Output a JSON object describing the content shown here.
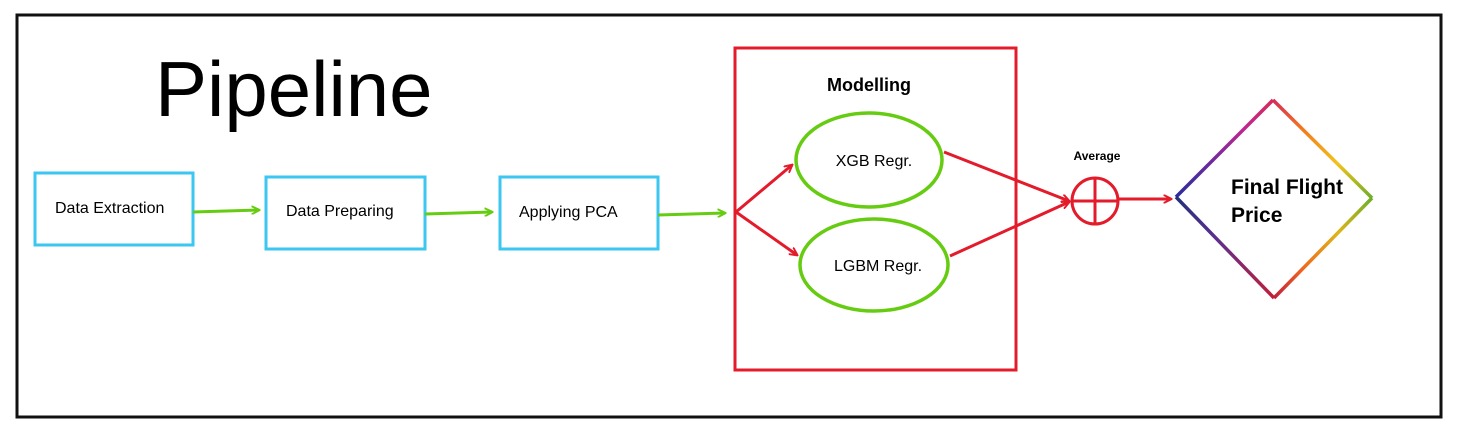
{
  "diagram": {
    "title": "Pipeline",
    "steps": {
      "extraction": "Data Extraction",
      "preparing": "Data Preparing",
      "pca": "Applying PCA"
    },
    "modelling": {
      "title": "Modelling",
      "model_a": "XGB Regr.",
      "model_b": "LGBM Regr."
    },
    "combine_label": "Average",
    "output": {
      "line1": "Final Flight",
      "line2": "Price"
    }
  },
  "colors": {
    "frame": "#111111",
    "step_border": "#3cc6f2",
    "green_arrow": "#66cc11",
    "red": "#e31b2a",
    "ellipse_border": "#66cc11"
  }
}
